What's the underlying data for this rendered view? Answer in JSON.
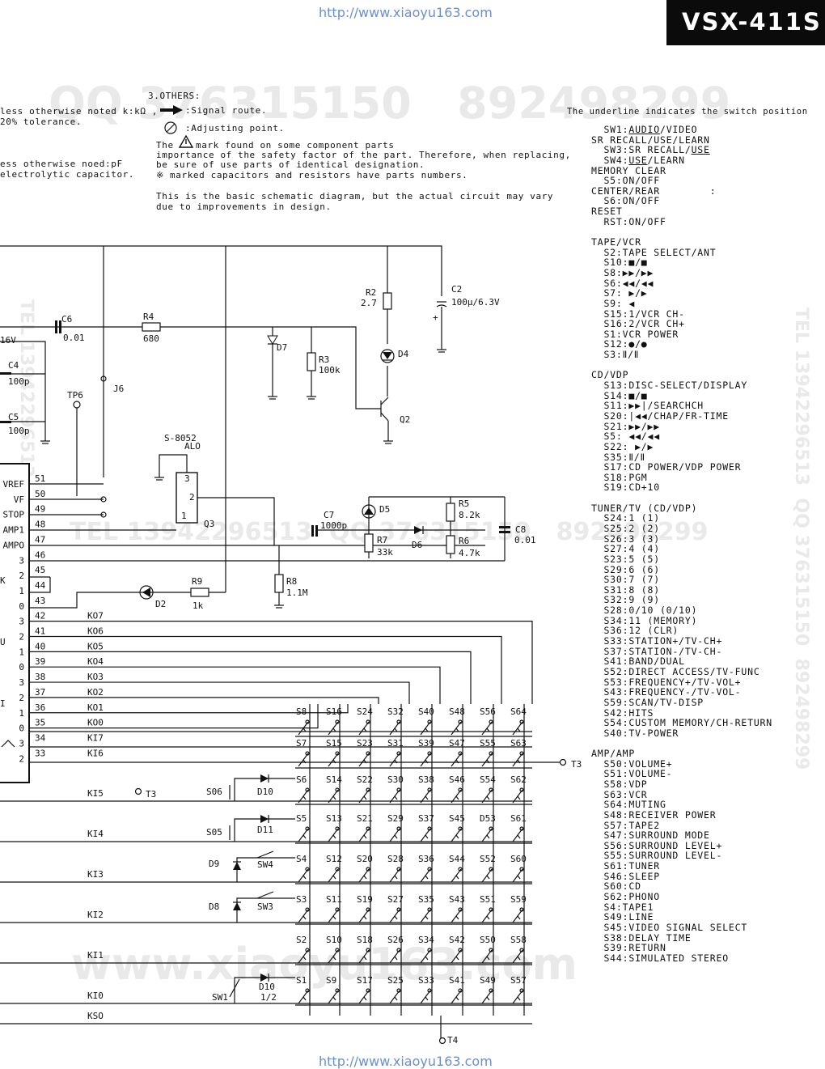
{
  "header": {
    "url_top": "http://www.xiaoyu163.com",
    "url_bottom": "http://www.xiaoyu163.com",
    "model": "VSX-411S"
  },
  "watermarks": {
    "qq_top": "QQ 376315150   892498299",
    "tel_mid": "TEL 13942296513  QQ 376315150   892498299",
    "web_bottom": "www.xiaoyu163.com",
    "tel_right": "TEL 13942296513  QQ 376315150  892498299",
    "tel_left": "TEL 13942296513"
  },
  "notes": {
    "left_1": "less otherwise noted k:kΩ ,",
    "left_2": "20% tolerance.",
    "left_3": "ess otherwise noed:pF",
    "left_4": "electrolytic capacitor.",
    "others_title": "3.OTHERS:",
    "signal_route": ":Signal route.",
    "adjusting_point": ":Adjusting point.",
    "warn_1_a": "The",
    "warn_1_b": "mark found on some component parts",
    "warn_2": "importance of the safety factor of the part. Therefore, when replacing,",
    "warn_3": "be sure of use parts of identical designation.",
    "warn_4": "※ marked capacitors and resistors have parts numbers.",
    "basic_1": "This is the basic schematic diagram, but the actual circuit may vary",
    "basic_2": "due to improvements in design.",
    "underline_note": "The underline indicates the switch position"
  },
  "switch_list": [
    {
      "t": "  SW1:",
      "u": "AUDIO",
      "r": "/VIDEO"
    },
    {
      "t": "SR RECALL/USE/LEARN"
    },
    {
      "t": "  SW3:SR RECALL/",
      "u": "USE",
      "r": ""
    },
    {
      "t": "  SW4:",
      "u": "USE",
      "r": "/LEARN"
    },
    {
      "t": "MEMORY CLEAR"
    },
    {
      "t": "  S5:ON/OFF"
    },
    {
      "t": "CENTER/REAR        :"
    },
    {
      "t": "  S6:ON/OFF"
    },
    {
      "t": "RESET"
    },
    {
      "t": "  RST:ON/OFF"
    },
    {
      "t": ""
    },
    {
      "t": "TAPE/VCR"
    },
    {
      "t": "  S2:TAPE SELECT/ANT"
    },
    {
      "t": "  S10:■/■"
    },
    {
      "t": "  S8:▶▶/▶▶"
    },
    {
      "t": "  S6:◀◀/◀◀"
    },
    {
      "t": "  S7: ▶/▶"
    },
    {
      "t": "  S9: ◀"
    },
    {
      "t": "  S15:1/VCR CH-"
    },
    {
      "t": "  S16:2/VCR CH+"
    },
    {
      "t": "  S1:VCR POWER"
    },
    {
      "t": "  S12:●/●"
    },
    {
      "t": "  S3:Ⅱ/Ⅱ"
    },
    {
      "t": ""
    },
    {
      "t": "CD/VDP"
    },
    {
      "t": "  S13:DISC-SELECT/DISPLAY"
    },
    {
      "t": "  S14:■/■"
    },
    {
      "t": "  S11:▶▶|/SEARCHCH"
    },
    {
      "t": "  S20:|◀◀/CHAP/FR-TIME"
    },
    {
      "t": "  S21:▶▶/▶▶"
    },
    {
      "t": "  S5: ◀◀/◀◀"
    },
    {
      "t": "  S22: ▶/▶"
    },
    {
      "t": "  S35:Ⅱ/Ⅱ"
    },
    {
      "t": "  S17:CD POWER/VDP POWER"
    },
    {
      "t": "  S18:PGM"
    },
    {
      "t": "  S19:CD+10"
    },
    {
      "t": ""
    },
    {
      "t": "TUNER/TV (CD/VDP)"
    },
    {
      "t": "  S24:1 (1)"
    },
    {
      "t": "  S25:2 (2)"
    },
    {
      "t": "  S26:3 (3)"
    },
    {
      "t": "  S27:4 (4)"
    },
    {
      "t": "  S23:5 (5)"
    },
    {
      "t": "  S29:6 (6)"
    },
    {
      "t": "  S30:7 (7)"
    },
    {
      "t": "  S31:8 (8)"
    },
    {
      "t": "  S32:9 (9)"
    },
    {
      "t": "  S28:0/10 (0/10)"
    },
    {
      "t": "  S34:11 (MEMORY)"
    },
    {
      "t": "  S36:12 (CLR)"
    },
    {
      "t": "  S33:STATION+/TV-CH+"
    },
    {
      "t": "  S37:STATION-/TV-CH-"
    },
    {
      "t": "  S41:BAND/DUAL"
    },
    {
      "t": "  S52:DIRECT ACCESS/TV-FUNC"
    },
    {
      "t": "  S53:FREQUENCY+/TV-VOL+"
    },
    {
      "t": "  S43:FREQUENCY-/TV-VOL-"
    },
    {
      "t": "  S59:SCAN/TV-DISP"
    },
    {
      "t": "  S42:HITS"
    },
    {
      "t": "  S54:CUSTOM MEMORY/CH-RETURN"
    },
    {
      "t": "  S40:TV-POWER"
    },
    {
      "t": ""
    },
    {
      "t": "AMP/AMP"
    },
    {
      "t": "  S50:VOLUME+"
    },
    {
      "t": "  S51:VOLUME-"
    },
    {
      "t": "  S58:VDP"
    },
    {
      "t": "  S63:VCR"
    },
    {
      "t": "  S64:MUTING"
    },
    {
      "t": "  S48:RECEIVER POWER"
    },
    {
      "t": "  S57:TAPE2"
    },
    {
      "t": "  S47:SURROUND MODE"
    },
    {
      "t": "  S56:SURROUND LEVEL+"
    },
    {
      "t": "  S55:SURROUND LEVEL-"
    },
    {
      "t": "  S61:TUNER"
    },
    {
      "t": "  S46:SLEEP"
    },
    {
      "t": "  S60:CD"
    },
    {
      "t": "  S62:PHONO"
    },
    {
      "t": "  S4:TAPE1"
    },
    {
      "t": "  S49:LINE"
    },
    {
      "t": "  S45:VIDEO SIGNAL SELECT"
    },
    {
      "t": "  S38:DELAY TIME"
    },
    {
      "t": "  S39:RETURN"
    },
    {
      "t": "  S44:SIMULATED STEREO"
    }
  ],
  "components": {
    "c6": "C6",
    "c6v": "0.01",
    "r4": "R4",
    "r4v": "680",
    "v16": "16V",
    "c4": "C4",
    "c4v": "100p",
    "c5": "C5",
    "c5v": "100p",
    "tp6": "TP6",
    "j6": "J6",
    "d7": "D7",
    "r3": "R3",
    "r3v": "100k",
    "r2": "R2",
    "r2v": "2.7",
    "c2": "C2",
    "c2v": "100μ/6.3V",
    "d4": "D4",
    "q2": "Q2",
    "q3_part": "S-8052",
    "q3_sub": "ALO",
    "q3": "Q3",
    "q3_p3": "3",
    "q3_p2": "2",
    "q3_p1": "1",
    "d5": "D5",
    "c7": "C7",
    "c7v": "1000p",
    "r5": "R5",
    "r5v": "8.2k",
    "c8": "C8",
    "c8v": "0.01",
    "r7": "R7",
    "r7v": "33k",
    "d6": "D6",
    "r6": "R6",
    "r6v": "4.7k",
    "r8": "R8",
    "r8v": "1.1M",
    "d2": "D2",
    "r9": "R9",
    "r9v": "1k",
    "t3": "T3",
    "t3b": "T3",
    "t4": "T4",
    "s06": "S06",
    "d10": "D10",
    "s05": "S05",
    "d11": "D11",
    "d9": "D9",
    "sw4": "SW4",
    "d8": "D8",
    "sw3": "SW3",
    "sw1": "SW1",
    "d10b": "D10",
    "d10b_sub": "1/2"
  },
  "ic_pin_labels": [
    "VREF",
    "VF",
    "STOP",
    "AMP1",
    "AMPO",
    "3",
    "2",
    "1",
    "0",
    "3",
    "2",
    "1",
    "0",
    "3",
    "2",
    "1",
    "0",
    "3",
    "2"
  ],
  "ic_pins": [
    {
      "num": "51",
      "sig": ""
    },
    {
      "num": "50",
      "sig": ""
    },
    {
      "num": "49",
      "sig": ""
    },
    {
      "num": "48",
      "sig": ""
    },
    {
      "num": "47",
      "sig": ""
    },
    {
      "num": "46",
      "sig": ""
    },
    {
      "num": "45",
      "sig": ""
    },
    {
      "num": "44",
      "sig": ""
    },
    {
      "num": "43",
      "sig": ""
    },
    {
      "num": "42",
      "sig": "KO7"
    },
    {
      "num": "41",
      "sig": "KO6"
    },
    {
      "num": "40",
      "sig": "KO5"
    },
    {
      "num": "39",
      "sig": "KO4"
    },
    {
      "num": "38",
      "sig": "KO3"
    },
    {
      "num": "37",
      "sig": "KO2"
    },
    {
      "num": "36",
      "sig": "KO1"
    },
    {
      "num": "35",
      "sig": "KO0"
    },
    {
      "num": "34",
      "sig": "KI7"
    },
    {
      "num": "33",
      "sig": "KI6"
    }
  ],
  "ic_side_letters": [
    "K",
    "U",
    "I"
  ],
  "row_labels": [
    "KI5",
    "KI4",
    "KI3",
    "KI2",
    "KI1",
    "KI0",
    "KSO"
  ],
  "matrix_switches": [
    [
      "S8",
      "S16",
      "S24",
      "S32",
      "S40",
      "S48",
      "S56",
      "S64"
    ],
    [
      "S7",
      "S15",
      "S23",
      "S31",
      "S39",
      "S47",
      "S55",
      "S63"
    ],
    [
      "S6",
      "S14",
      "S22",
      "S30",
      "S38",
      "S46",
      "S54",
      "S62"
    ],
    [
      "S5",
      "S13",
      "S21",
      "S29",
      "S37",
      "S45",
      "D53",
      "S61"
    ],
    [
      "S4",
      "S12",
      "S20",
      "S28",
      "S36",
      "S44",
      "S52",
      "S60"
    ],
    [
      "S3",
      "S11",
      "S19",
      "S27",
      "S35",
      "S43",
      "S51",
      "S59"
    ],
    [
      "S2",
      "S10",
      "S18",
      "S26",
      "S34",
      "S42",
      "S50",
      "S58"
    ],
    [
      "S1",
      "S9",
      "S17",
      "S25",
      "S33",
      "S41",
      "S49",
      "S57"
    ]
  ]
}
